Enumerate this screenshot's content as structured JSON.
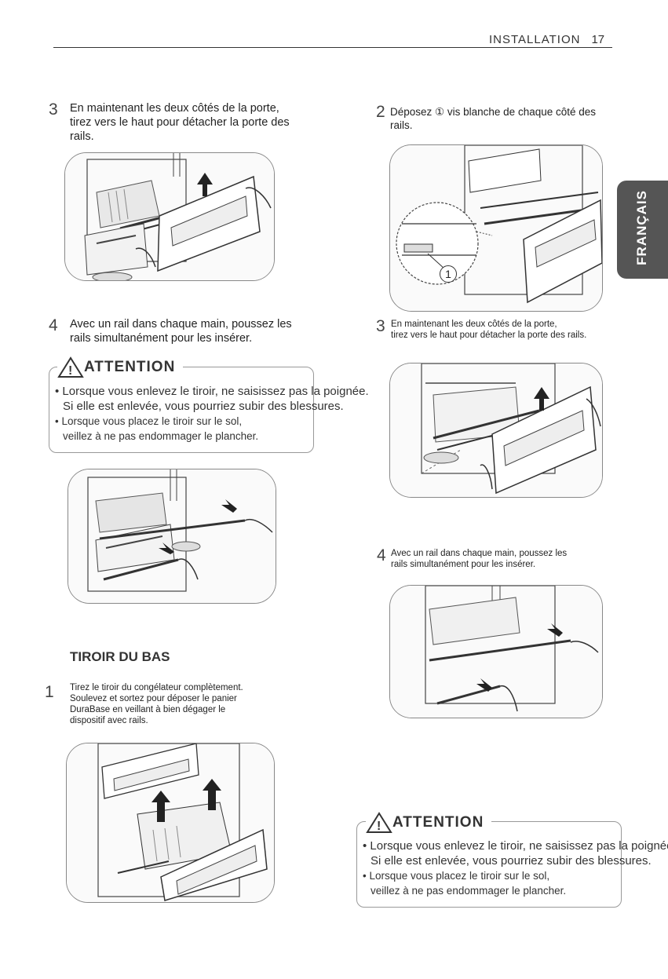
{
  "header": {
    "section": "INSTALLATION",
    "page": "17"
  },
  "language_tab": "FRANÇAIS",
  "left": {
    "step3": {
      "num": "3",
      "lines": [
        "En maintenant les deux côtés de la porte,",
        "tirez vers le haut pour détacher la porte des",
        "rails."
      ]
    },
    "step4": {
      "num": "4",
      "lines": [
        "Avec un rail dans chaque main, poussez les",
        "rails simultanément pour les insérer."
      ]
    },
    "attention": {
      "title": "ATTENTION",
      "lines": [
        "• Lorsque vous enlevez le tiroir, ne saisissez pas la poignée.",
        "Si elle est enlevée, vous pourriez subir des blessures.",
        "• Lorsque vous placez le tiroir sur le sol,",
        "veillez à ne pas endommager le plancher."
      ]
    },
    "section_title": "TIROIR DU BAS",
    "step1": {
      "num": "1",
      "lines": [
        "Tirez le tiroir du congélateur complètement.",
        "Soulevez et sortez pour déposer le panier",
        "DuraBase en veillant à bien dégager le",
        "dispositif avec rails."
      ]
    }
  },
  "right": {
    "step2": {
      "num": "2",
      "lines": [
        "Déposez ① vis blanche de chaque côté des",
        "rails."
      ]
    },
    "callout": "1",
    "step3": {
      "num": "3",
      "lines": [
        "En maintenant les deux côtés de la porte,",
        "tirez vers le haut pour détacher la porte des rails."
      ]
    },
    "step4": {
      "num": "4",
      "lines": [
        "Avec un rail dans chaque main, poussez les",
        "rails simultanément pour les insérer."
      ]
    },
    "attention": {
      "title": "ATTENTION",
      "lines": [
        "• Lorsque vous enlevez le tiroir, ne saisissez pas la poignée.",
        "Si elle est enlevée, vous pourriez subir des blessures.",
        "• Lorsque vous placez le tiroir sur le sol,",
        "veillez à ne pas endommager le plancher."
      ]
    }
  }
}
